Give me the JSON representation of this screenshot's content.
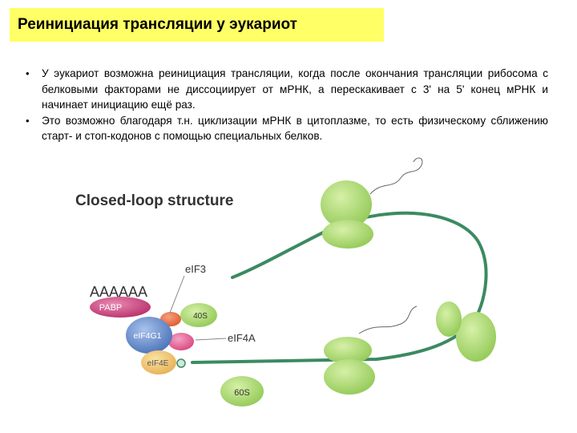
{
  "title": "Реинициация трансляции у эукариот",
  "bullets": [
    "У эукариот возможна реинициация трансляции, когда после окончания трансляции рибосома с белковыми факторами не диссоциирует от мРНК, а перескакивает с 3' на 5' конец мРНК и начинает инициацию ещё раз.",
    "Это возможно благодаря т.н. циклизации мРНК в цитоплазме, то есть физическому сближению старт- и стоп-кодонов с помощью специальных белков."
  ],
  "figure": {
    "heading": "Closed-loop structure",
    "labels": {
      "polya": "AAAAAA",
      "pabp": "PABP",
      "eif3": "eIF3",
      "s40": "40S",
      "eif4g1": "eIF4G1",
      "eif4a": "eIF4A",
      "eif4e": "eIF4E",
      "s60": "60S"
    },
    "colors": {
      "title_bg": "#ffff66",
      "ribosome_green": "#a8d86e",
      "mrna": "#3c8a62",
      "pabp": "#c8417c",
      "eif4g1": "#5f86c8",
      "eif4e": "#f0c468",
      "eif4a": "#e25a8f",
      "eif3": "#e8653c"
    }
  }
}
